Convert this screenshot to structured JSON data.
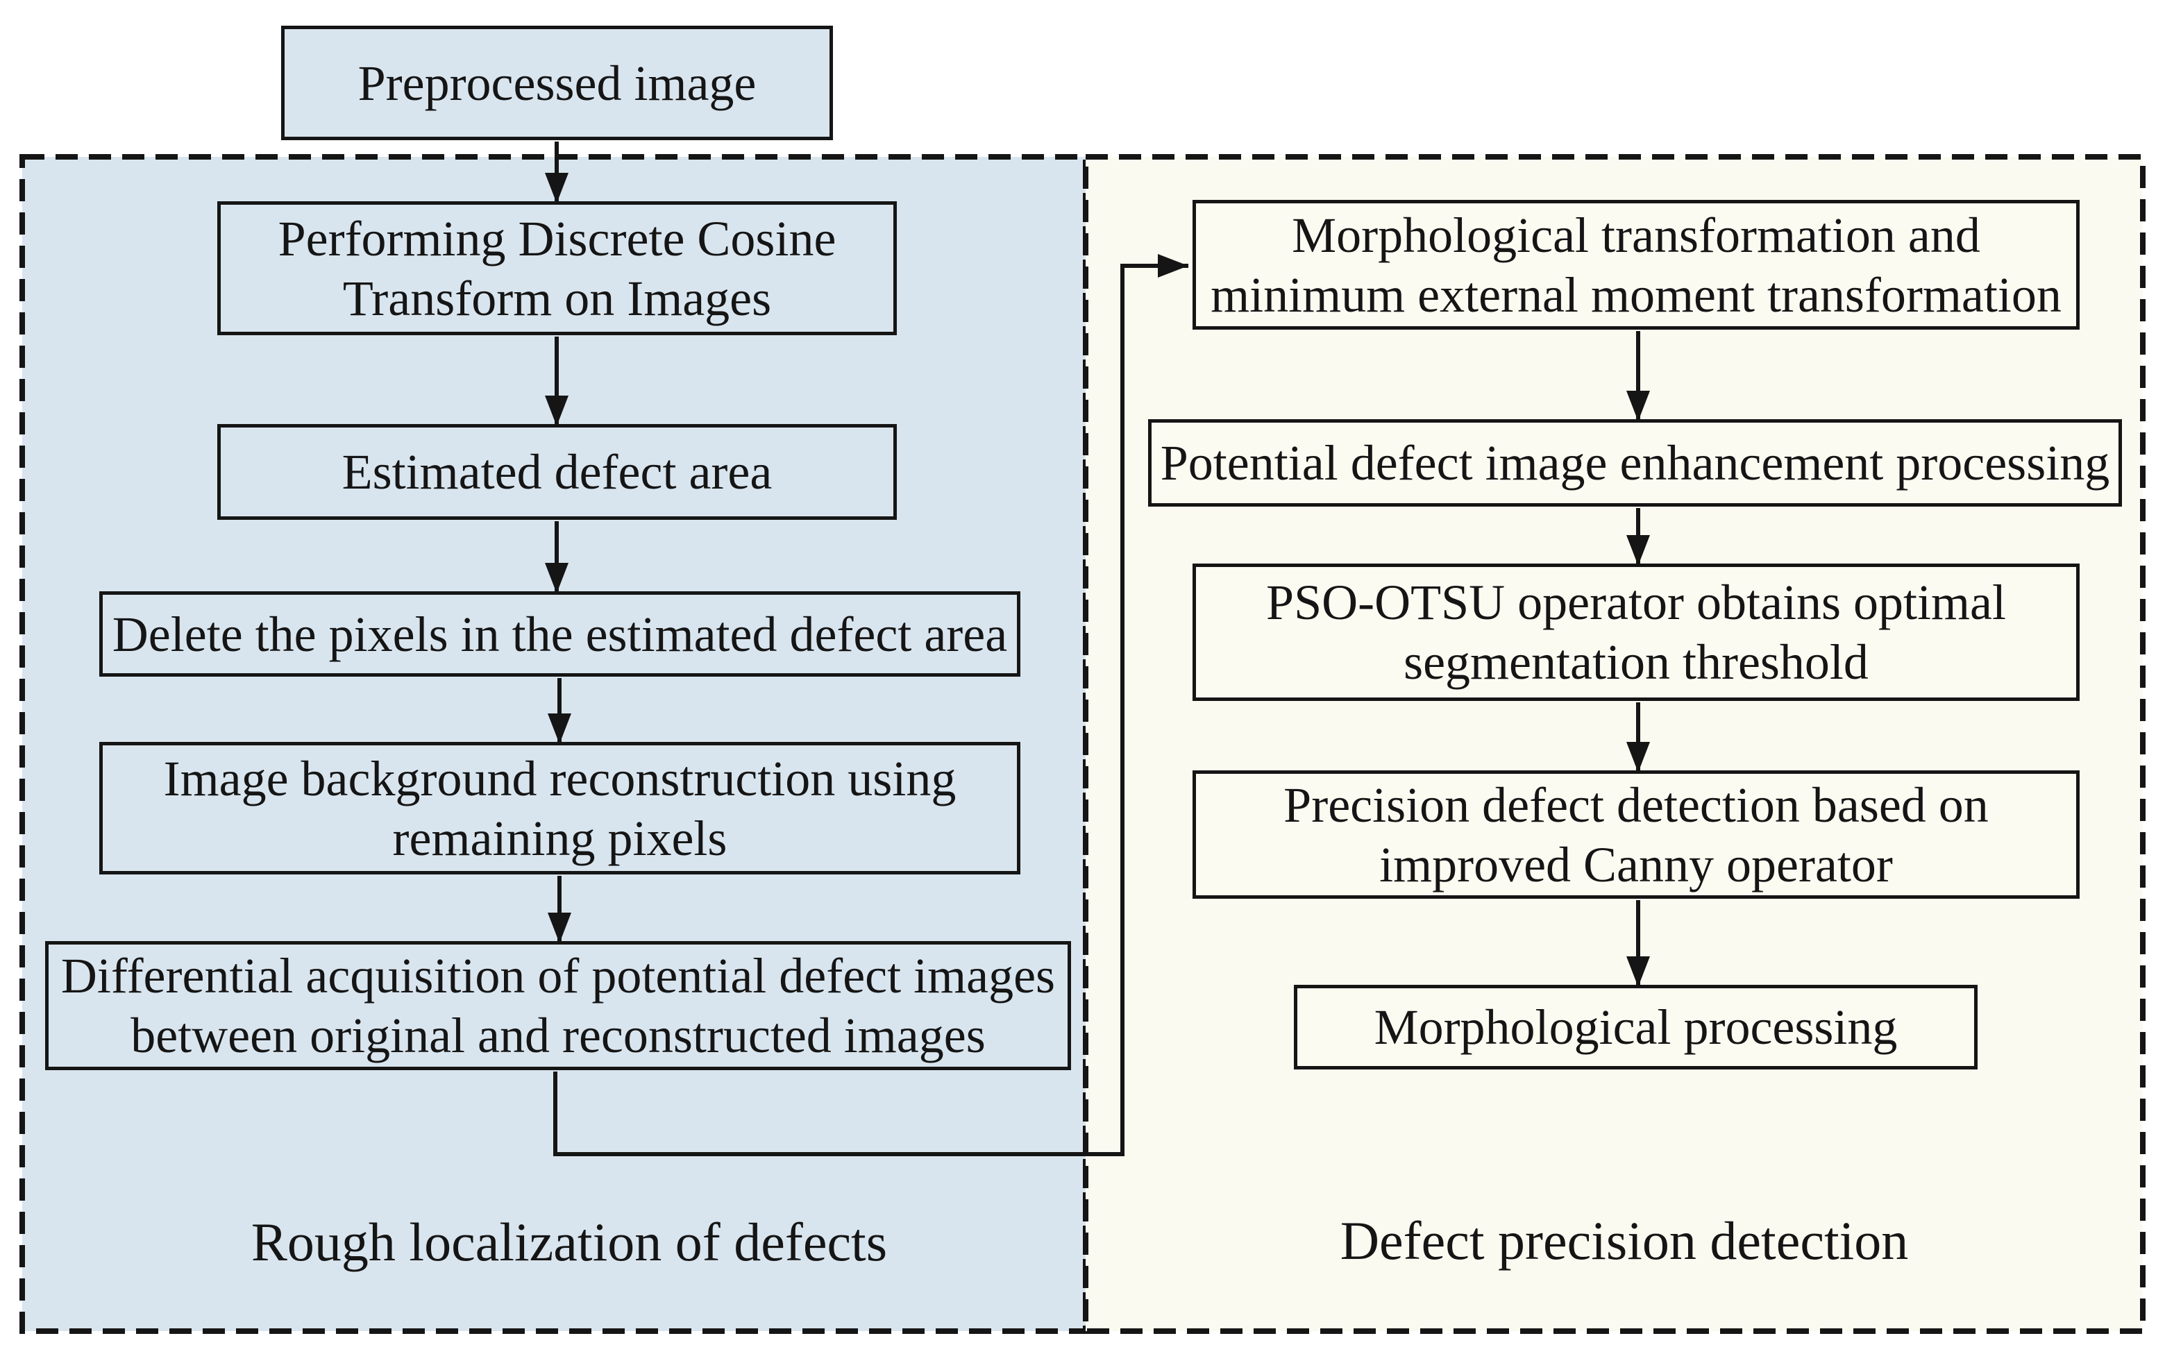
{
  "diagram": {
    "input_node": {
      "label": "Preprocessed image"
    },
    "left_section": {
      "label": "Rough localization of defects",
      "boxes": [
        {
          "label": "Performing Discrete Cosine\nTransform on Images"
        },
        {
          "label": "Estimated defect area"
        },
        {
          "label": "Delete the pixels in the estimated defect area"
        },
        {
          "label": "Image background reconstruction using\nremaining pixels"
        },
        {
          "label": "Differential acquisition of potential defect images\nbetween original and reconstructed images"
        }
      ]
    },
    "right_section": {
      "label": "Defect precision detection",
      "boxes": [
        {
          "label": "Morphological transformation and\nminimum external moment transformation"
        },
        {
          "label": "Potential defect image enhancement processing"
        },
        {
          "label": "PSO-OTSU operator obtains optimal\nsegmentation threshold"
        },
        {
          "label": "Precision defect detection based on\nimproved Canny operator"
        },
        {
          "label": "Morphological processing"
        }
      ]
    },
    "colors": {
      "left_region_fill": "#d9e5ee",
      "right_region_fill": "#fbfaf0",
      "right_box_fill": "#fcfbf2",
      "line_color": "#151515",
      "page_background": "#ffffff"
    }
  }
}
